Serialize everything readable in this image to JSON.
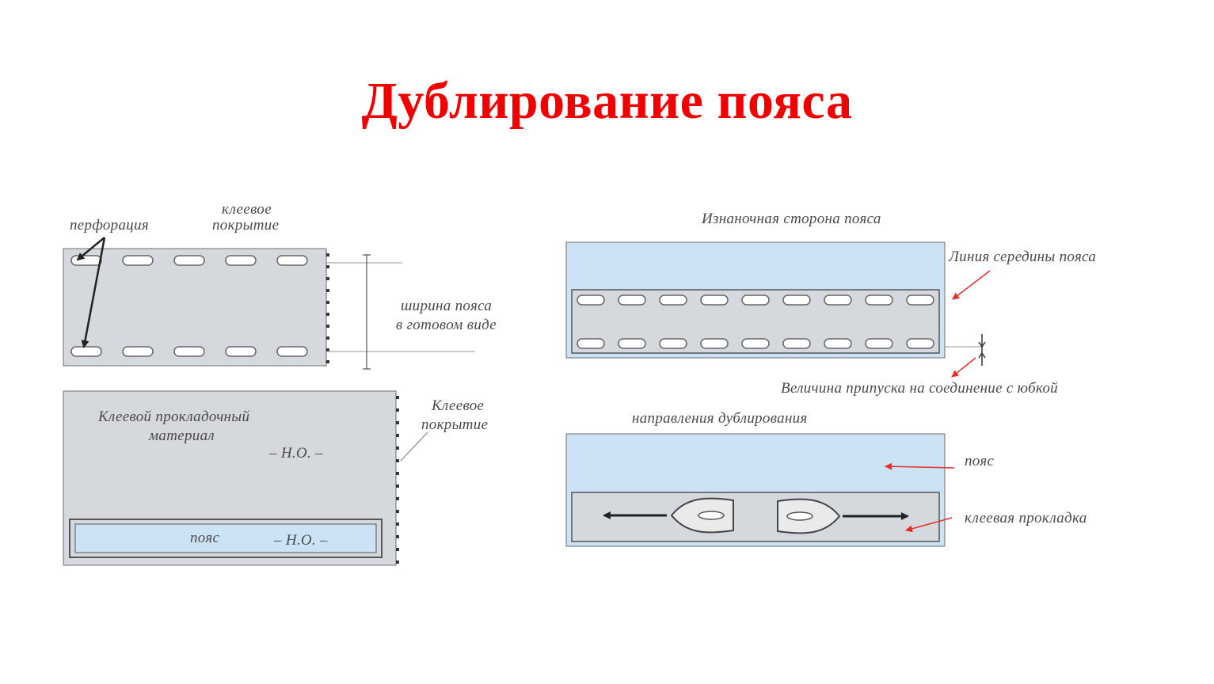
{
  "title": "Дублирование пояса",
  "colors": {
    "title": "#f00000",
    "interlining": "#d5d8dc",
    "belt": "#cce3f6",
    "outline": "#4a4a4a",
    "pointer": "#e8302a"
  },
  "left_top": {
    "perforation": "перфорация",
    "adhesive_line1": "клеевое",
    "adhesive_line2": "покрытие",
    "width_line1": "ширина пояса",
    "width_line2": "в готовом виде"
  },
  "left_bottom": {
    "interlining_line1": "Клеевой прокладочный",
    "interlining_line2": "материал",
    "interlining_grain": "– Н.О. –",
    "adhesive_line1": "Клеевое",
    "adhesive_line2": "покрытие",
    "belt_label": "пояс",
    "belt_grain": "– Н.О. –"
  },
  "right_top": {
    "wrong_side": "Изнаночная сторона пояса",
    "midline": "Линия середины пояса",
    "seam_allowance": "Величина припуска на соединение с юбкой"
  },
  "right_bottom": {
    "direction": "направления дублирования",
    "belt": "пояс",
    "interlining": "клеевая прокладка"
  }
}
